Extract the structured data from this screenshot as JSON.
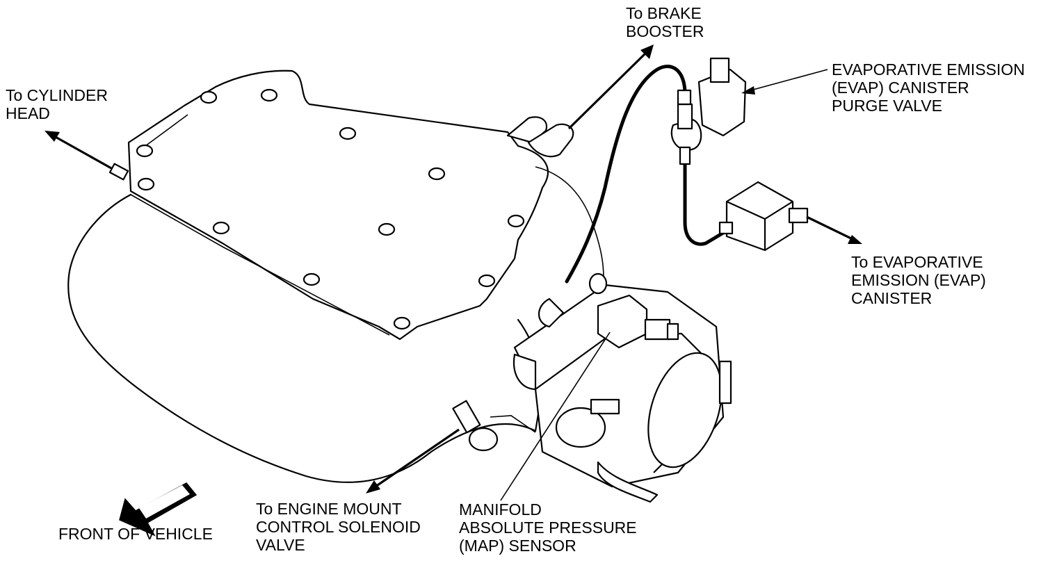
{
  "labels": {
    "brake_booster": [
      "To BRAKE",
      "BOOSTER"
    ],
    "cylinder_head": [
      "To CYLINDER",
      "HEAD"
    ],
    "purge_valve": [
      "EVAPORATIVE EMISSION",
      "(EVAP) CANISTER",
      "PURGE VALVE"
    ],
    "evap_canister": [
      "To EVAPORATIVE",
      "EMISSION (EVAP)",
      "CANISTER"
    ],
    "engine_mount": [
      "To ENGINE MOUNT",
      "CONTROL SOLENOID",
      "VALVE"
    ],
    "map_sensor": [
      "MANIFOLD",
      "ABSOLUTE PRESSURE",
      "(MAP) SENSOR"
    ],
    "front_of_vehicle": "FRONT OF VEHICLE"
  }
}
